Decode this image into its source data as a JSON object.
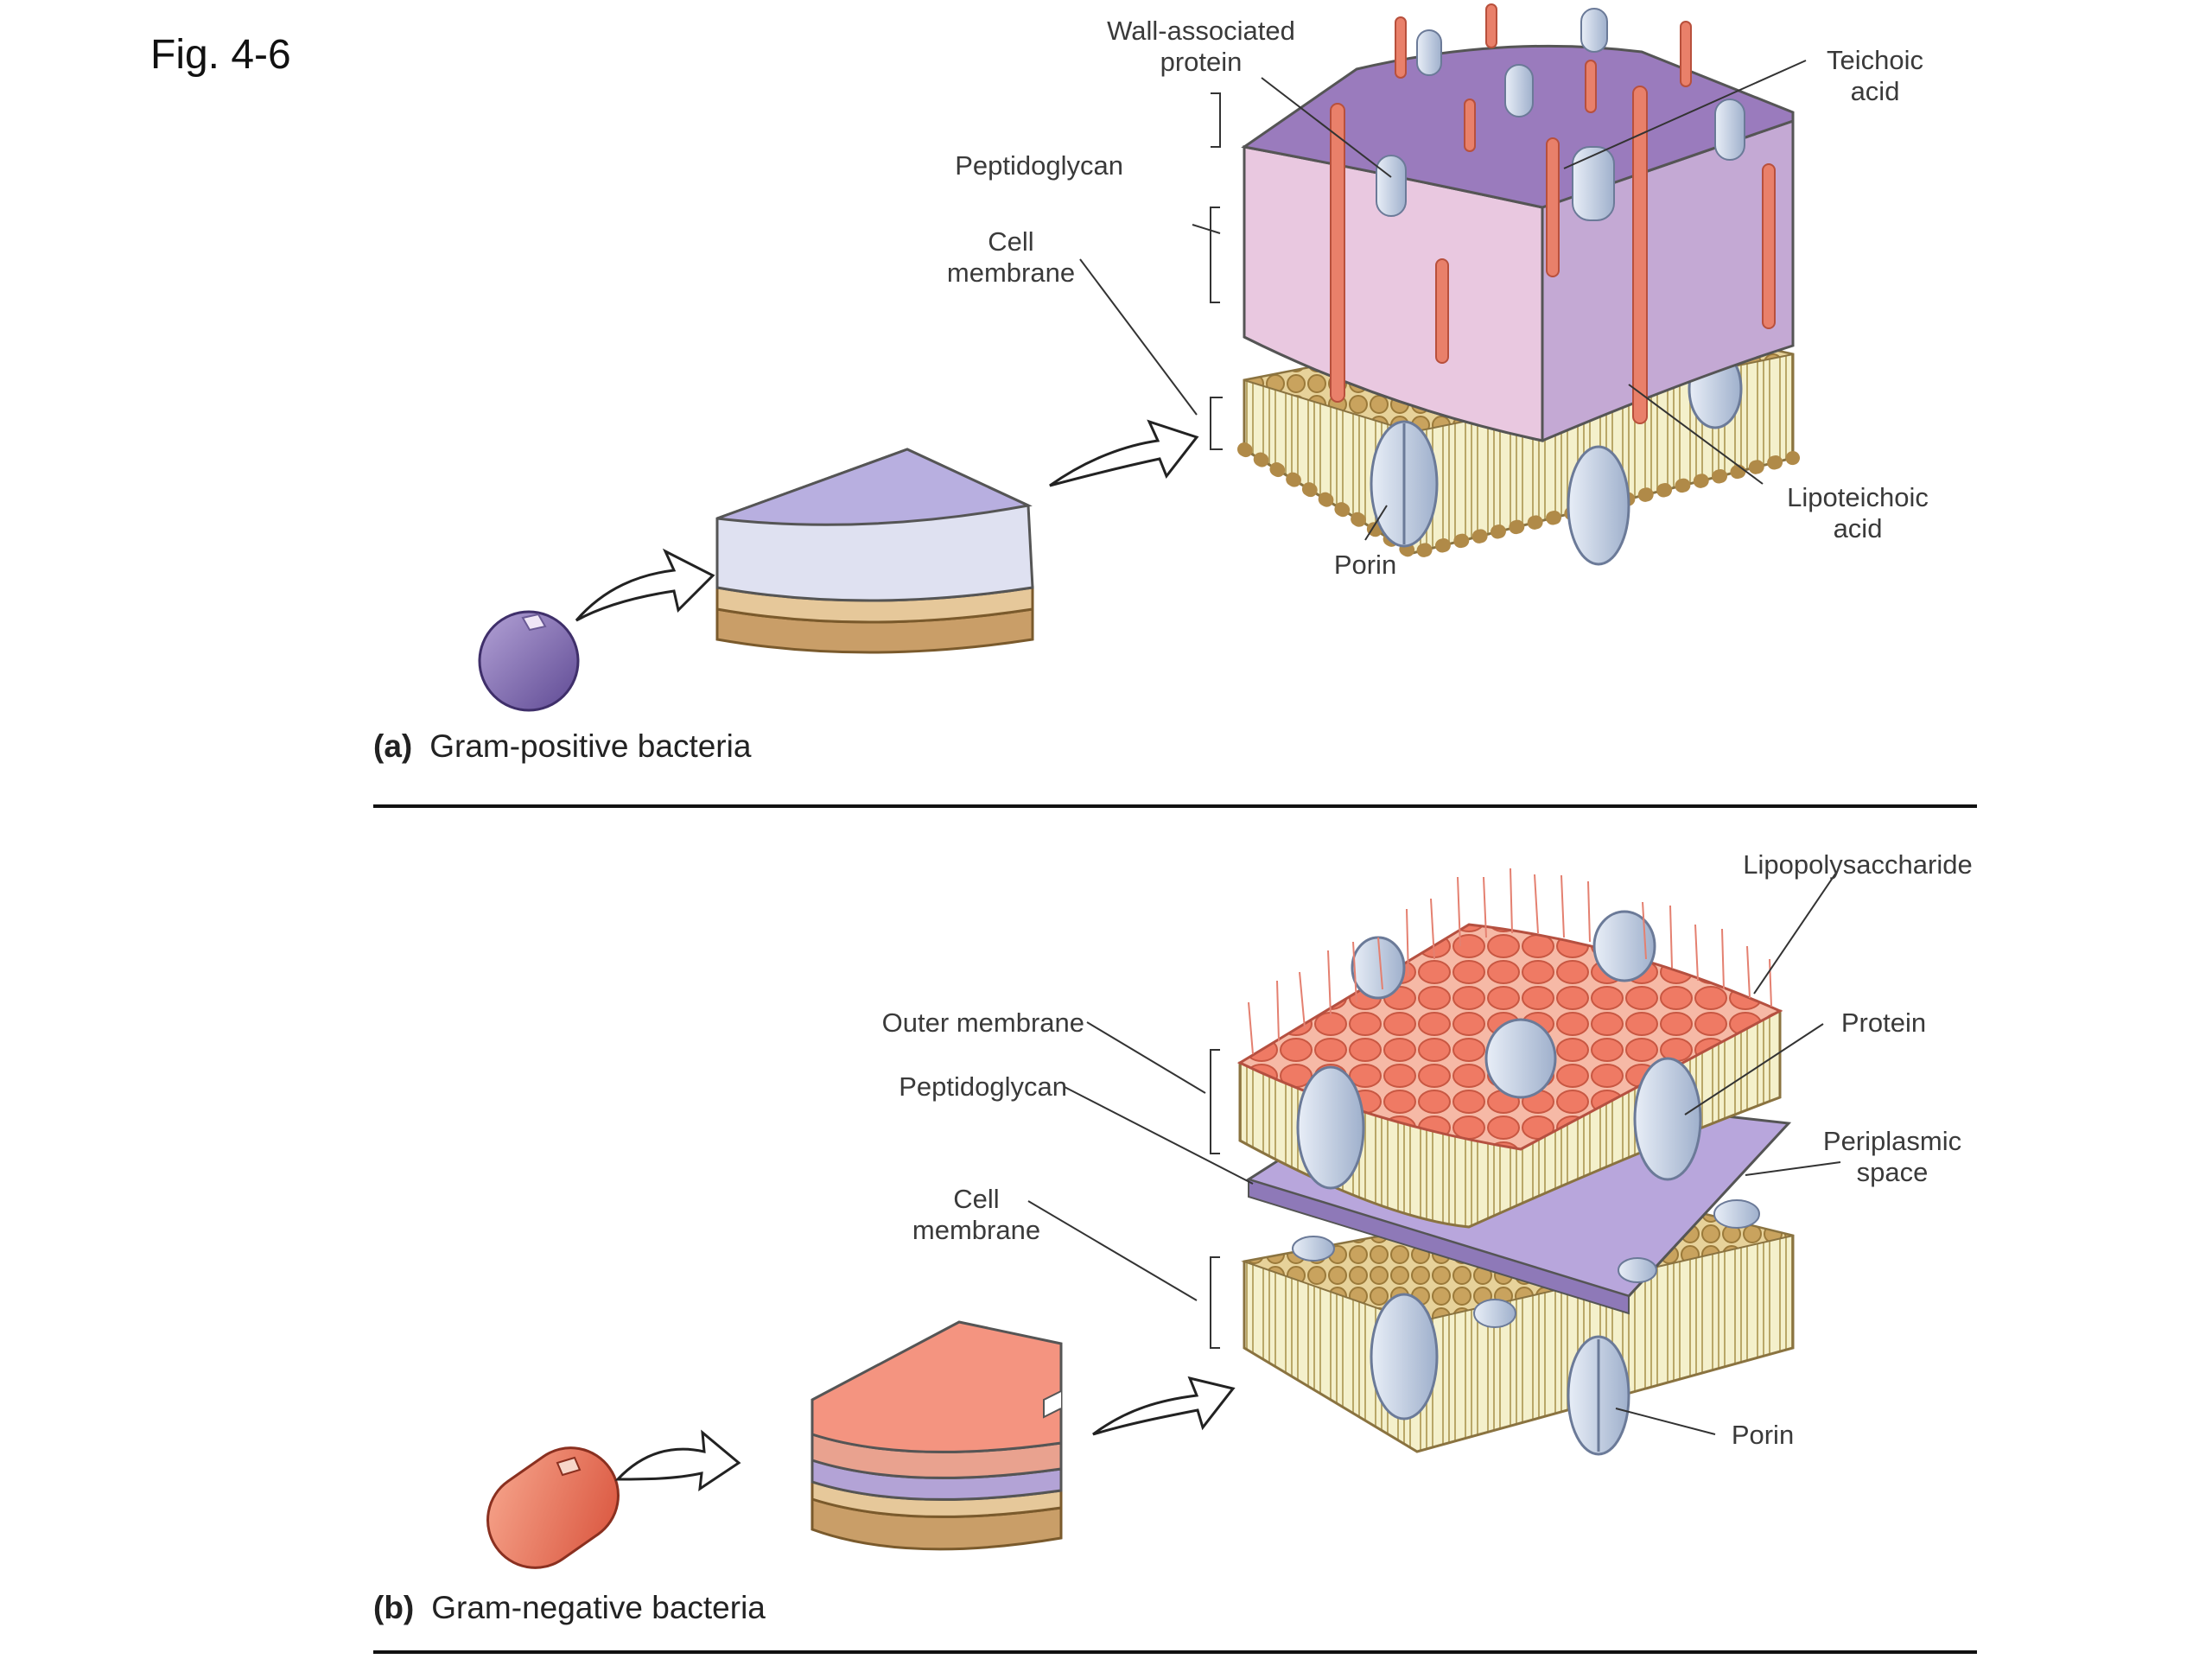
{
  "figure": {
    "title": "Fig. 4-6"
  },
  "panel_a": {
    "letter": "(a)",
    "caption": "Gram-positive bacteria",
    "labels": {
      "wall_associated_protein": "Wall-associated\nprotein",
      "teichoic_acid": "Teichoic\nacid",
      "peptidoglycan": "Peptidoglycan",
      "cell_membrane": "Cell\nmembrane",
      "lipoteichoic_acid": "Lipoteichoic\nacid",
      "porin": "Porin"
    }
  },
  "panel_b": {
    "letter": "(b)",
    "caption": "Gram-negative bacteria",
    "labels": {
      "lipopolysaccharide": "Lipopolysaccharide",
      "outer_membrane": "Outer membrane",
      "protein": "Protein",
      "peptidoglycan": "Peptidoglycan",
      "periplasmic_space": "Periplasmic\nspace",
      "cell_membrane": "Cell\nmembrane",
      "porin": "Porin"
    }
  },
  "colors": {
    "gram_positive_wall": "#a88bc4",
    "gram_negative_outer": "#f08070",
    "membrane_heads": "#c9a35e",
    "membrane_tails": "#f3efc6",
    "protein": "#c8d4e8",
    "teichoic": "#e9806a"
  }
}
